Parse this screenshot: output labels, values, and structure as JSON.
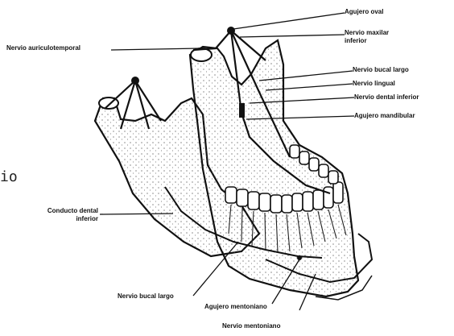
{
  "labels": {
    "agujero_oval": "Agujero oval",
    "nervio_maxilar_inferior": [
      "Nervio maxilar",
      "inferior"
    ],
    "nervio_auriculotemporal": "Nervio auriculotemporal",
    "nervio_bucal_largo_top": "Nervio bucal largo",
    "nervio_lingual": "Nervio lingual",
    "nervio_dental_inferior": "Nervio dental inferior",
    "agujero_mandibular": "Agujero mandibular",
    "conducto_dental_inferior": [
      "Conducto dental",
      "inferior"
    ],
    "nervio_bucal_largo_bottom": "Nervio bucal largo",
    "agujero_mentoniano": "Agujero mentoniano",
    "nervio_mentoniano": "Nervio mentoniano"
  },
  "stray_text": "io"
}
